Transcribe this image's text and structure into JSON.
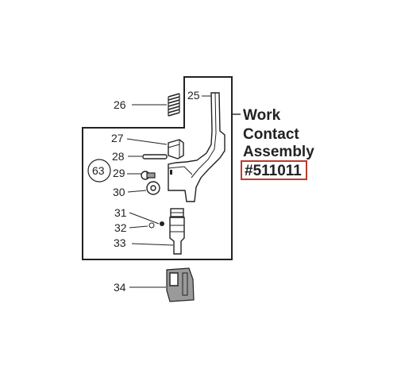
{
  "assembly": {
    "title_line1": "Work",
    "title_line2": "Contact",
    "title_line3": "Assembly",
    "part_number": "#511011",
    "highlight_color": "#c0392b"
  },
  "labels": {
    "p25": "25",
    "p26": "26",
    "p27": "27",
    "p28": "28",
    "p29": "29",
    "p30": "30",
    "p31": "31",
    "p32": "32",
    "p33": "33",
    "p34": "34",
    "p63": "63"
  }
}
